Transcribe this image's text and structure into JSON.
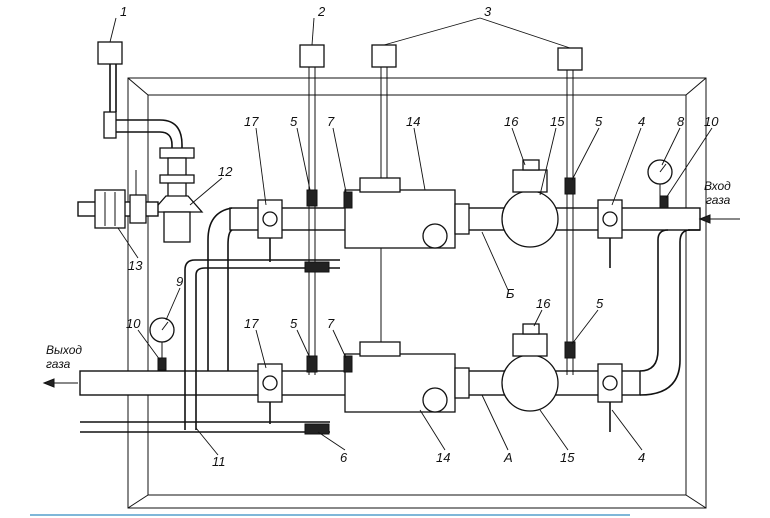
{
  "labels": {
    "n1": "1",
    "n2": "2",
    "n3": "3",
    "n17a": "17",
    "n5a": "5",
    "n7a": "7",
    "n14a": "14",
    "n16a": "16",
    "n15a": "15",
    "n5b": "5",
    "n4a": "4",
    "n8": "8",
    "n10a": "10",
    "n12": "12",
    "n13": "13",
    "n9": "9",
    "n10b": "10",
    "n17b": "17",
    "n5c": "5",
    "n7b": "7",
    "n16b": "16",
    "n5d": "5",
    "n11": "11",
    "n6": "6",
    "n14b": "14",
    "nA": "А",
    "n15b": "15",
    "n4b": "4",
    "nB": "Б"
  },
  "inlet": {
    "line1": "Вход",
    "line2": "газа"
  },
  "outlet": {
    "line1": "Выход",
    "line2": "газа"
  },
  "colors": {
    "line": "#111111",
    "bottom_bar": "#7fb7d9"
  }
}
